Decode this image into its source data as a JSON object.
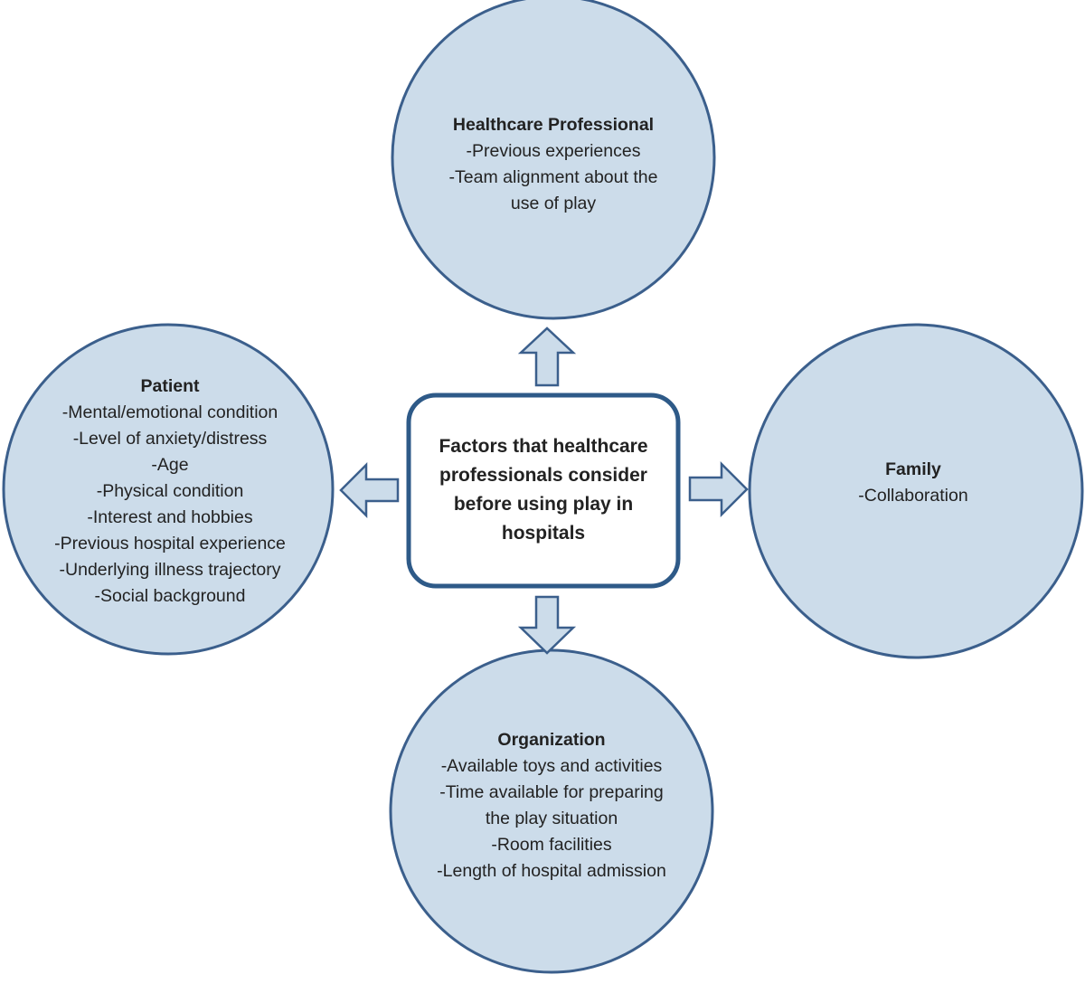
{
  "center": {
    "lines": [
      "Factors that healthcare",
      "professionals consider",
      "before using play in",
      "hospitals"
    ]
  },
  "nodes": {
    "healthcare_professional": {
      "title": "Healthcare Professional",
      "lines": [
        "-Previous experiences",
        "-Team alignment about the",
        "use of play"
      ]
    },
    "patient": {
      "title": "Patient",
      "lines": [
        "-Mental/emotional condition",
        "-Level of anxiety/distress",
        "-Age",
        "-Physical condition",
        "-Interest and hobbies",
        "-Previous hospital experience",
        "-Underlying illness trajectory",
        "-Social background"
      ]
    },
    "family": {
      "title": "Family",
      "lines": [
        "-Collaboration"
      ]
    },
    "organization": {
      "title": "Organization",
      "lines": [
        "-Available toys and activities",
        "-Time available for preparing",
        "the play situation",
        "-Room facilities",
        "-Length of hospital admission"
      ]
    }
  },
  "colors": {
    "circle_fill": "#ccdcea",
    "outline": "#3b5f8c",
    "center_border": "#2e5a88"
  }
}
